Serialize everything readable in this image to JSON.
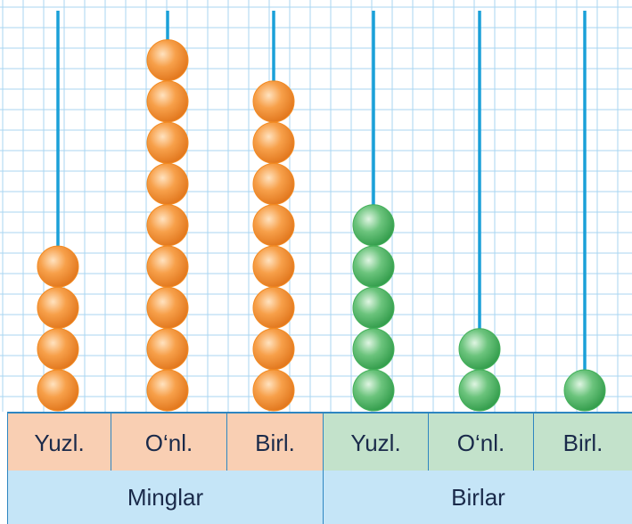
{
  "abacus": {
    "bead_colors": {
      "thousands": "#f28a22",
      "units": "#43b05a"
    },
    "rod_color": "#1aa0d8",
    "grid_color": "#a8d6f2",
    "rods": [
      {
        "place": "Yuzl.",
        "group": "Minglar",
        "beads": 4
      },
      {
        "place": "O‘nl.",
        "group": "Minglar",
        "beads": 9
      },
      {
        "place": "Birl.",
        "group": "Minglar",
        "beads": 8
      },
      {
        "place": "Yuzl.",
        "group": "Birlar",
        "beads": 5
      },
      {
        "place": "O‘nl.",
        "group": "Birlar",
        "beads": 2
      },
      {
        "place": "Birl.",
        "group": "Birlar",
        "beads": 1
      }
    ]
  },
  "labels": {
    "places": [
      "Yuzl.",
      "O‘nl.",
      "Birl.",
      "Yuzl.",
      "O‘nl.",
      "Birl."
    ],
    "groups": [
      "Minglar",
      "Birlar"
    ]
  }
}
